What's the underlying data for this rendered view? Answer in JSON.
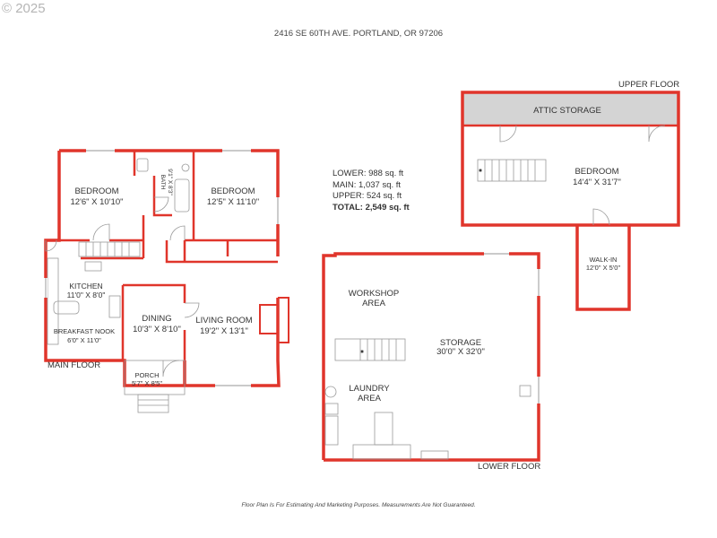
{
  "copyright": "© 2025",
  "address": "2416 SE 60TH AVE. PORTLAND, OR 97206",
  "sqft": {
    "lower": "LOWER: 988 sq. ft",
    "main": "MAIN: 1,037 sq. ft",
    "upper": "UPPER: 524 sq. ft",
    "total": "TOTAL: 2,549 sq. ft"
  },
  "floors": {
    "upper": "UPPER FLOOR",
    "main": "MAIN FLOOR",
    "lower": "LOWER FLOOR"
  },
  "rooms": {
    "bedroom1_name": "BEDROOM",
    "bedroom1_dim": "12'6\" X 10'10\"",
    "bath_name": "BATH",
    "bath_dim": "9'1\" X 8'3\"",
    "bedroom2_name": "BEDROOM",
    "bedroom2_dim": "12'5\" X 11'10\"",
    "kitchen_name": "KITCHEN",
    "kitchen_dim": "11'0\" X 8'0\"",
    "dining_name": "DINING",
    "dining_dim": "10'3\" X 8'10\"",
    "living_name": "LIVING ROOM",
    "living_dim": "19'2\" X 13'1\"",
    "nook_name": "BREAKFAST NOOK",
    "nook_dim": "6'0\" X 11'0\"",
    "porch_name": "PORCH",
    "porch_dim": "5'7\" X 8'5\"",
    "attic_name": "ATTIC STORAGE",
    "upper_bed_name": "BEDROOM",
    "upper_bed_dim": "14'4\" X 31'7\"",
    "walkin_name": "WALK-IN",
    "walkin_dim": "12'0\" X 5'0\"",
    "workshop_name1": "WORKSHOP",
    "workshop_name2": "AREA",
    "storage_name": "STORAGE",
    "storage_dim": "30'0\" X 32'0\"",
    "laundry_name1": "LAUNDRY",
    "laundry_name2": "AREA"
  },
  "disclaimer": "Floor Plan Is For Estimating And Marketing Purposes. Measurements Are Not Guaranteed.",
  "colors": {
    "wall": "#e0352b",
    "attic_fill": "#d4d4d4",
    "detail": "#999999"
  }
}
